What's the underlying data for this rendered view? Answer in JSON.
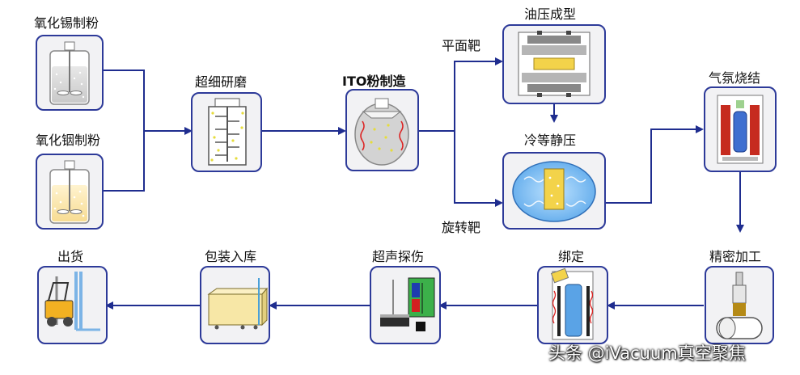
{
  "steps": {
    "tin_oxide": "氧化锡制粉",
    "indium_oxide": "氧化铟制粉",
    "milling": "超细研磨",
    "ito_powder": "ITO粉制造",
    "oil_press": "油压成型",
    "cold_iso": "冷等静压",
    "sinter": "气氛烧结",
    "machining": "精密加工",
    "bonding": "绑定",
    "ultrasonic": "超声探伤",
    "packaging": "包装入库",
    "shipping": "出货"
  },
  "branches": {
    "planar": "平面靶",
    "rotary": "旋转靶"
  },
  "watermark": "头条 @iVacuum真空聚焦",
  "colors": {
    "arrow": "#1f2d8f",
    "box_border": "#2d3a99",
    "box_fill": "#f2f2f4"
  }
}
